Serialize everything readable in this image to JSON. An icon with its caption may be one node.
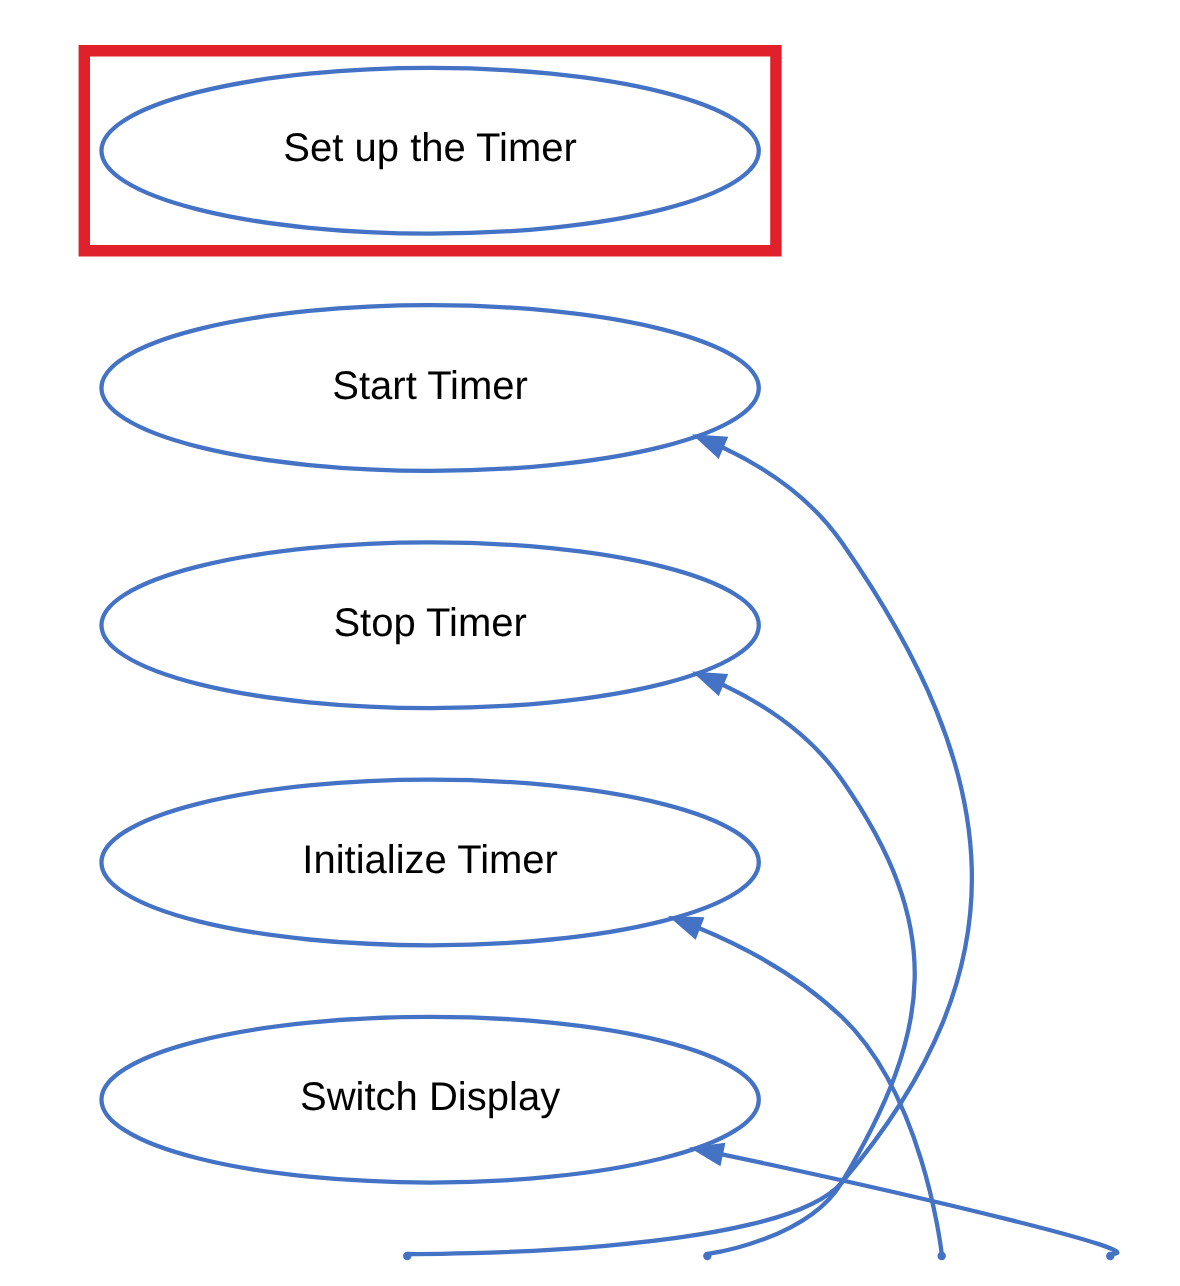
{
  "diagram": {
    "nodes": [
      {
        "text": [],
        "shape": "box"
      },
      {
        "text": [
          "Set up the Timer"
        ],
        "in": 0
      },
      {
        "text": [
          "Start Timer"
        ]
      },
      {
        "text": [
          "Stop Timer"
        ]
      },
      {
        "text": [
          "Initialize Timer"
        ]
      },
      {
        "text": [
          "Switch Display"
        ]
      }
    ],
    "edges": [
      {
        "from": null,
        "to": 2,
        "arrow": "to"
      },
      {
        "from": null,
        "to": 3,
        "arrow": "to"
      },
      {
        "from": null,
        "to": 4,
        "arrow": "to"
      },
      {
        "from": null,
        "to": 5,
        "arrow": "to"
      }
    ]
  }
}
